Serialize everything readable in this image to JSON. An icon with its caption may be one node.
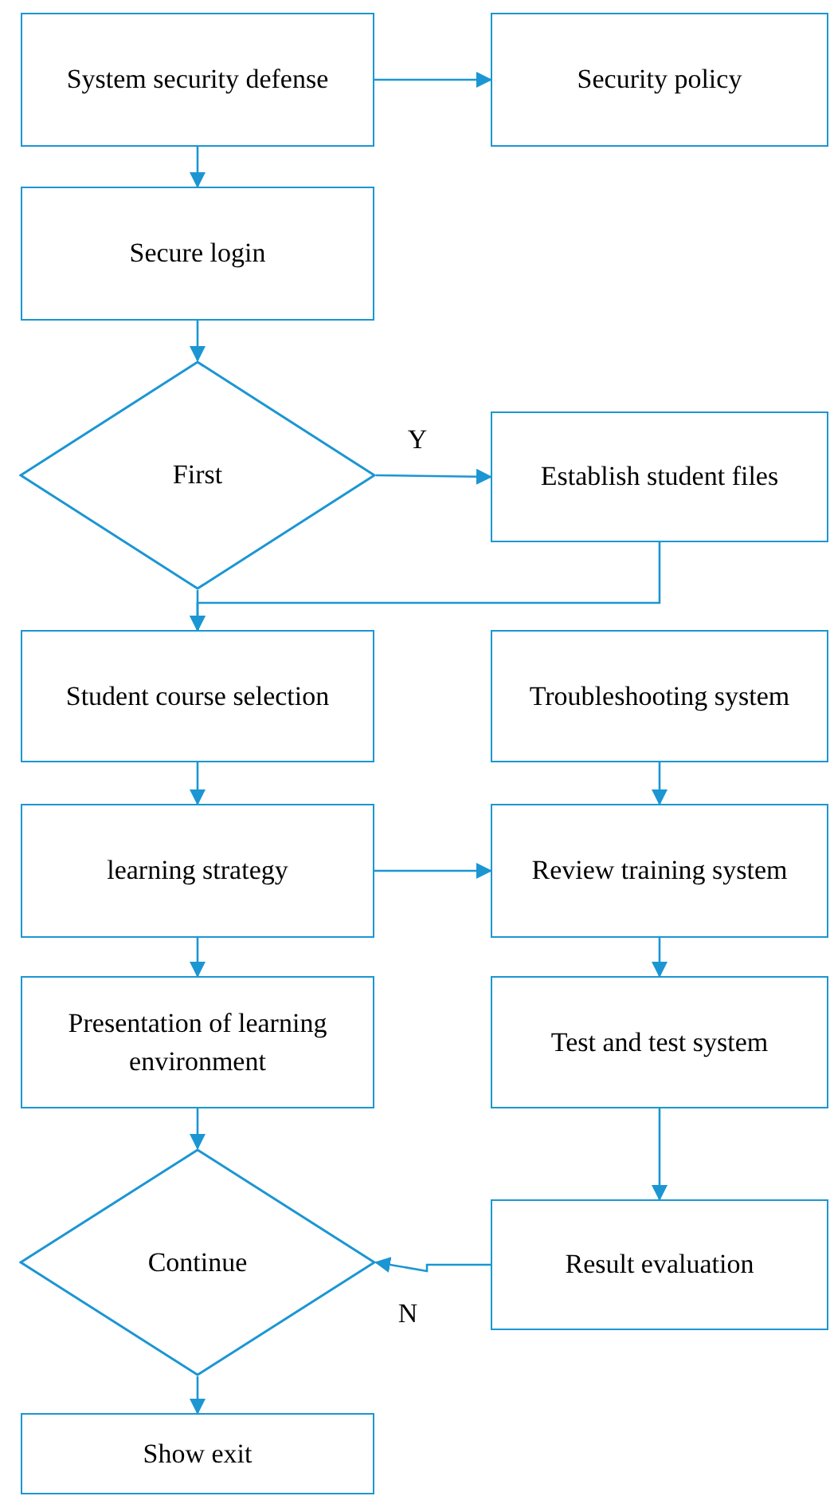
{
  "diagram": {
    "nodes": [
      {
        "text": [
          "System security defense"
        ]
      },
      {
        "text": [
          "Security policy"
        ]
      },
      {
        "text": [
          "Secure login"
        ]
      },
      {
        "text": [
          "First"
        ]
      },
      {
        "text": [
          "Establish student files"
        ]
      },
      {
        "text": [
          "Student course selection"
        ]
      },
      {
        "text": [
          "Troubleshooting system"
        ]
      },
      {
        "text": [
          "learning strategy"
        ]
      },
      {
        "text": [
          "Review training system"
        ]
      },
      {
        "text": [
          "Presentation of learning environment"
        ]
      },
      {
        "text": [
          "Test and test system"
        ]
      },
      {
        "text": [
          "Continue"
        ]
      },
      {
        "text": [
          "Result evaluation"
        ]
      },
      {
        "text": [
          "Show exit"
        ]
      }
    ],
    "edges": [
      {
        "from": 0,
        "to": 1,
        "arrow": "to"
      },
      {
        "from": 0,
        "to": 2,
        "arrow": "to"
      },
      {
        "from": 2,
        "to": 3,
        "arrow": "to"
      },
      {
        "from": 3,
        "to": 4,
        "arrow": "to",
        "label": "Y"
      },
      {
        "from": 4,
        "to": 5,
        "arrow": "to"
      },
      {
        "from": 3,
        "to": 5,
        "arrow": "to"
      },
      {
        "from": 5,
        "to": 7,
        "arrow": "to"
      },
      {
        "from": 7,
        "to": 8,
        "arrow": "to"
      },
      {
        "from": 6,
        "to": 8,
        "arrow": "to"
      },
      {
        "from": 8,
        "to": 10,
        "arrow": "to"
      },
      {
        "from": 7,
        "to": 9,
        "arrow": "to"
      },
      {
        "from": 9,
        "to": 11,
        "arrow": "to"
      },
      {
        "from": 10,
        "to": 12,
        "arrow": "to"
      },
      {
        "from": 12,
        "to": 11,
        "arrow": "to",
        "label": "N"
      },
      {
        "from": 11,
        "to": 13,
        "arrow": "to"
      }
    ]
  }
}
